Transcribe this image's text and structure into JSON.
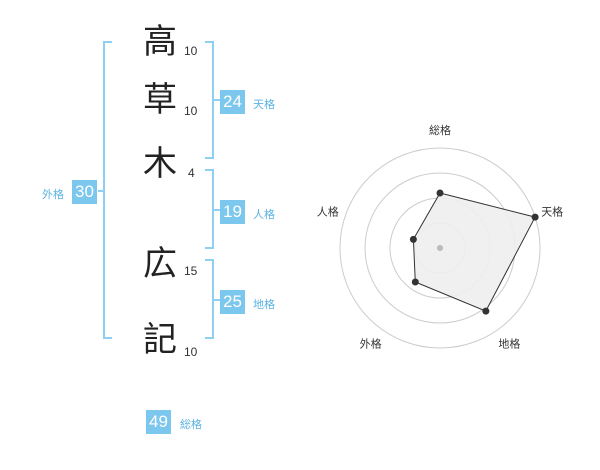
{
  "name": {
    "chars": [
      {
        "char": "高",
        "strokes": "10"
      },
      {
        "char": "草",
        "strokes": "10"
      },
      {
        "char": "木",
        "strokes": "4"
      },
      {
        "char": "広",
        "strokes": "15"
      },
      {
        "char": "記",
        "strokes": "10"
      }
    ]
  },
  "fortune": {
    "tenkaku": {
      "value": "24",
      "label": "天格"
    },
    "jinkaku": {
      "value": "19",
      "label": "人格"
    },
    "chikaku": {
      "value": "25",
      "label": "地格"
    },
    "gaikaku": {
      "value": "30",
      "label": "外格"
    },
    "soukaku": {
      "value": "49",
      "label": "総格"
    }
  },
  "colors": {
    "accent": "#7cc7ee",
    "accent_text": "#5ab3e3",
    "bracket": "#8fd0f2",
    "grid": "#cccccc",
    "fill": "#eeeeee",
    "line": "#333333"
  },
  "chart_data": {
    "type": "radar",
    "axes": [
      "総格",
      "天格",
      "地格",
      "外格",
      "人格"
    ],
    "values": [
      0.55,
      1.0,
      0.78,
      0.42,
      0.28
    ],
    "range": [
      0,
      1
    ],
    "rings": 4,
    "grid": true
  }
}
